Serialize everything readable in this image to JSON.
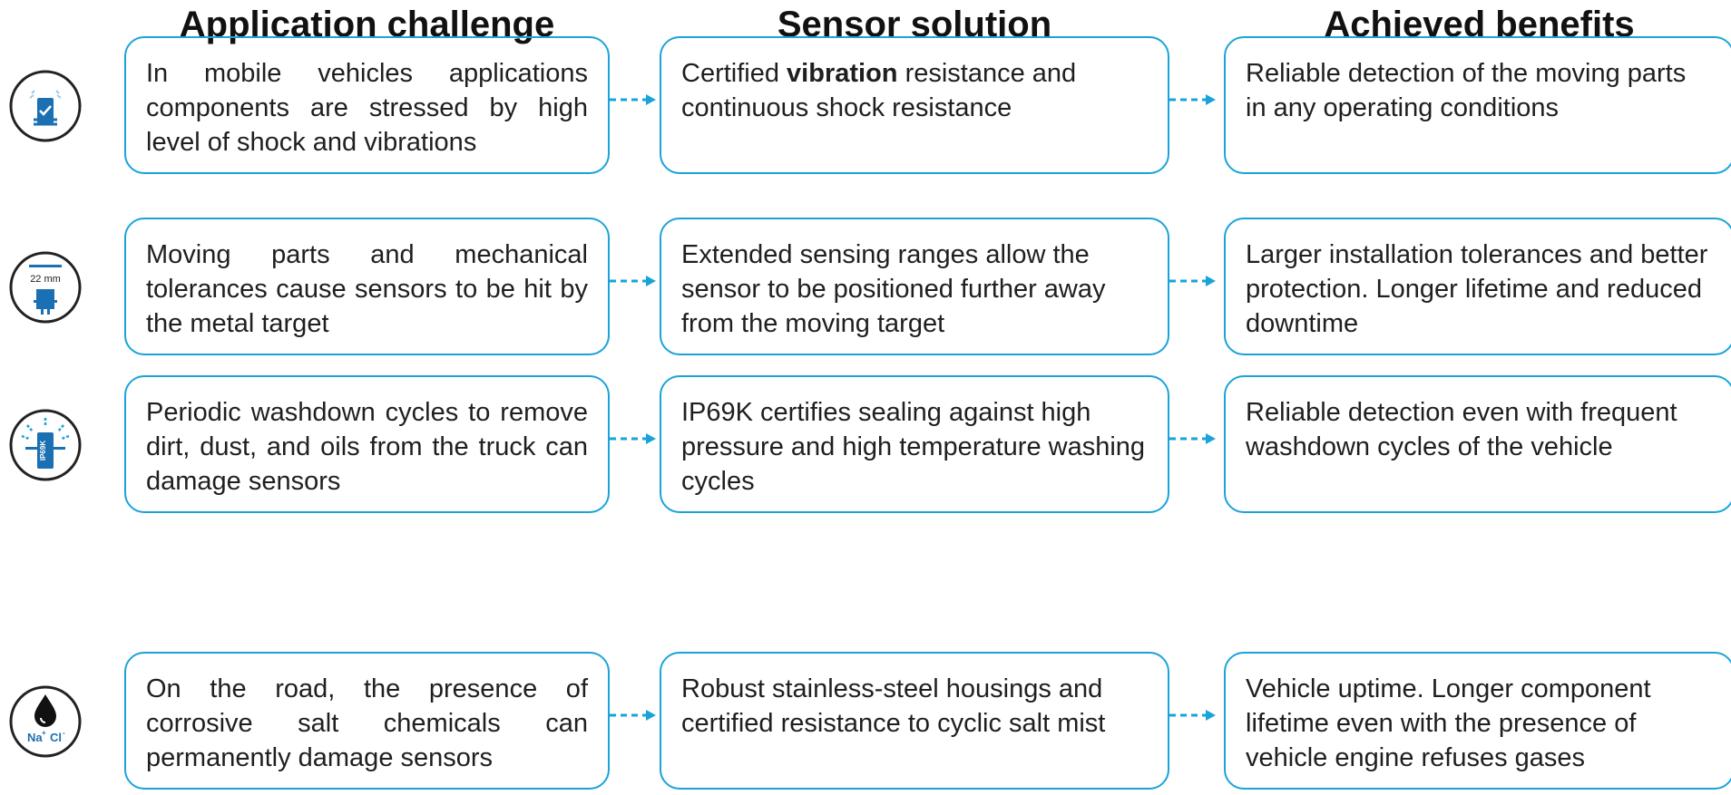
{
  "headers": {
    "challenge": "Application challenge",
    "solution": "Sensor solution",
    "benefits": "Achieved benefits"
  },
  "rows": [
    {
      "icon": "vibration-sensor-icon",
      "challenge": "In mobile vehicles applications components are stressed by high level of shock and vibrations",
      "solution_pre": "Certified ",
      "solution_bold": "vibration",
      "solution_post": " resistance and continuous shock resistance",
      "benefit": "Reliable detection of the moving parts in any operating conditions"
    },
    {
      "icon": "sensing-range-icon",
      "icon_label": "22 mm",
      "challenge": "Moving parts and mechanical tolerances cause sensors to be hit by the metal target",
      "solution": "Extended sensing ranges allow the sensor to be positioned further away from the moving target",
      "benefit": "Larger installation tolerances and better protection. Longer lifetime and reduced downtime"
    },
    {
      "icon": "ip69k-washdown-icon",
      "icon_label": "IP69K",
      "challenge": "Periodic washdown cycles to remove dirt, dust, and oils from the truck can damage sensors",
      "solution": "IP69K certifies sealing against high pressure and high temperature washing cycles",
      "benefit": "Reliable detection even with frequent washdown cycles of the vehicle"
    },
    {
      "icon": "salt-drop-icon",
      "icon_label_na": "Na",
      "icon_label_na_sup": "+",
      "icon_label_cl": "Cl",
      "icon_label_cl_sup": "-",
      "challenge": "On the road, the presence of corrosive salt chemicals can permanently damage sensors",
      "solution": "Robust stainless-steel housings and certified resistance to cyclic salt mist",
      "benefit": "Vehicle uptime. Longer component lifetime even with the presence of vehicle engine refuses gases"
    }
  ],
  "colors": {
    "accent": "#1aa3d9",
    "icon_fill": "#1b6fb3",
    "text": "#1f1f1f"
  }
}
